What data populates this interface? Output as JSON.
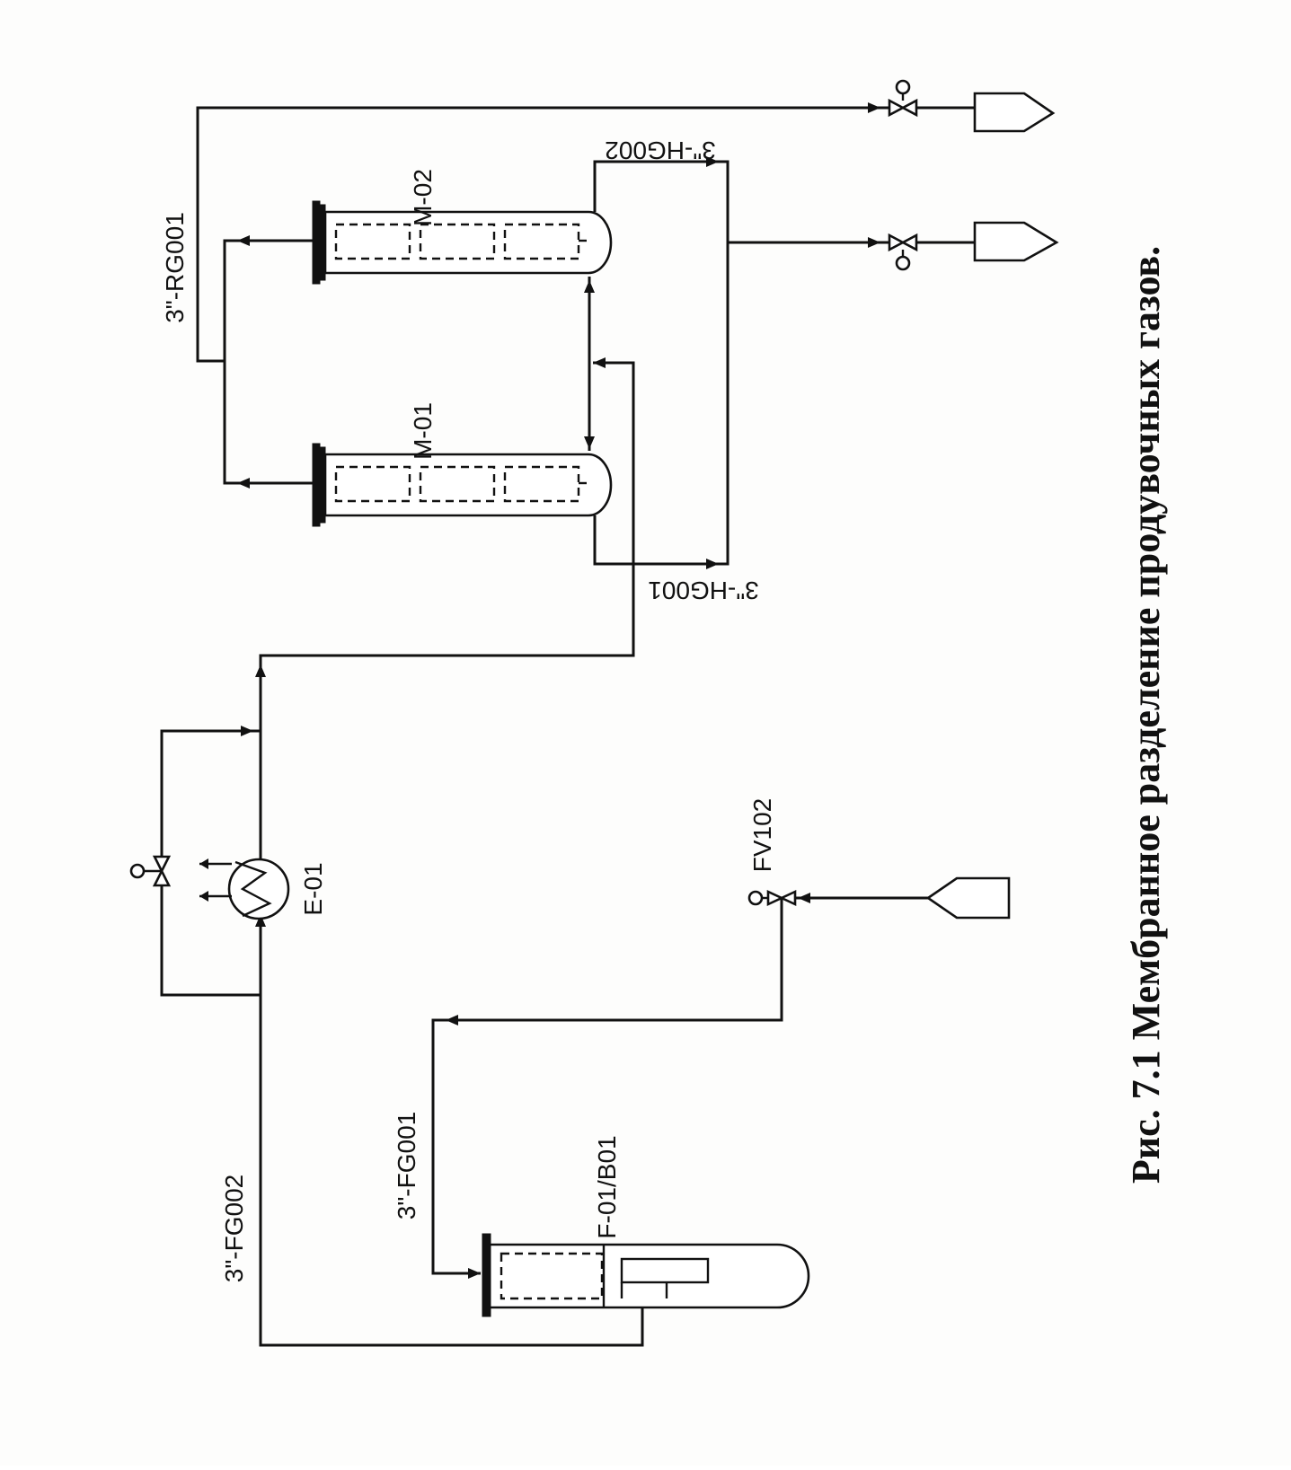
{
  "caption": "Рис. 7.1  Мембранное разделение продувочных газов.",
  "labels": {
    "m01": "M-01",
    "m02": "M-02",
    "rg001": "3\"-RG001",
    "hg001": "3\"-HG001",
    "hg002": "3\"-HG002",
    "e01": "E-01",
    "fv102": "FV102",
    "fg001": "3\"-FG001",
    "fg002": "3\"-FG002",
    "f01_b01": "F-01/B01"
  },
  "colors": {
    "ink": "#111111",
    "paper": "#fdfdfc"
  }
}
